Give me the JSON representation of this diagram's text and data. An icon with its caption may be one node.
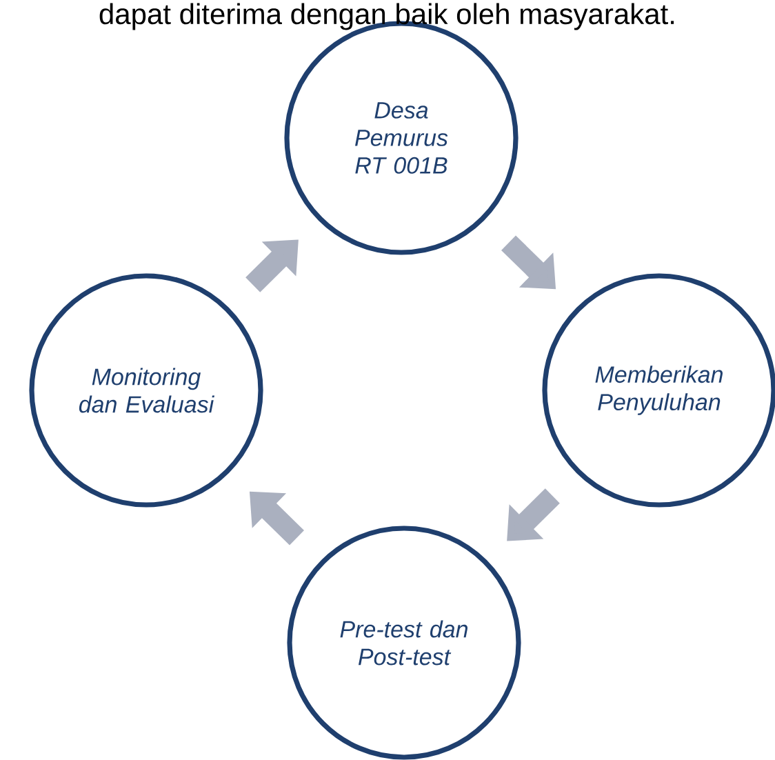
{
  "diagram": {
    "nodes": [
      {
        "text": [
          "Desa Pemurus RT 001B"
        ]
      },
      {
        "text": [
          "Memberikan Penyuluhan"
        ]
      },
      {
        "text": [
          "Pre-test dan Post-test"
        ]
      },
      {
        "text": [
          "Monitoring dan Evaluasi"
        ]
      }
    ],
    "edges": [
      {
        "from": 0,
        "to": 1,
        "arrow": "to"
      },
      {
        "from": 1,
        "to": 2,
        "arrow": "to"
      },
      {
        "from": 2,
        "to": 3,
        "arrow": "to"
      },
      {
        "from": 3,
        "to": 0,
        "arrow": "to"
      }
    ],
    "labels": [
      "dapat diterima dengan baik oleh masyarakat."
    ]
  }
}
